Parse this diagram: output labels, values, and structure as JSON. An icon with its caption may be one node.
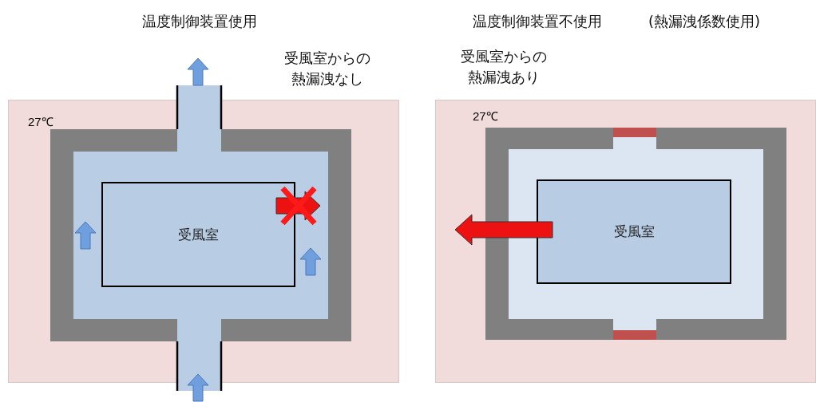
{
  "diagram": {
    "nodes": [
      {
        "text": [
          "27℃"
        ]
      },
      {
        "text": [
          "受風室"
        ],
        "in": 0
      },
      {
        "text": [
          "27℃"
        ]
      },
      {
        "text": [
          "受風室"
        ],
        "in": 2
      }
    ],
    "labels": [
      "温度制御装置使用",
      "温度制御装置不使用",
      "(熱漏洩係数使用)",
      "受風室からの熱漏洩なし",
      "受風室からの熱漏洩あり"
    ]
  }
}
